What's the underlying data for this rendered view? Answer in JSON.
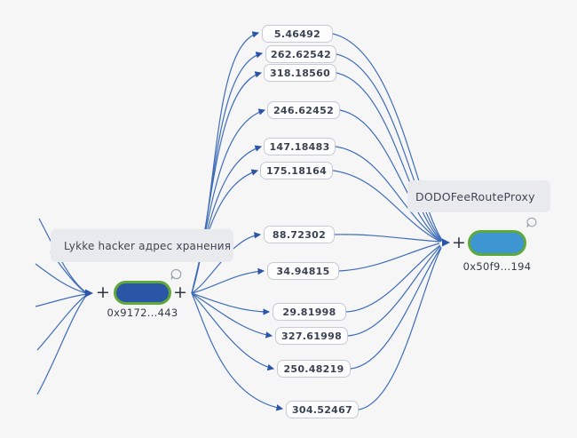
{
  "diagram": {
    "type": "transaction-flow-graph",
    "left_node": {
      "label": "Lykke hacker адрес хранения",
      "address": "0x9172...443",
      "plus_in": "+",
      "plus_out": "+"
    },
    "right_node": {
      "label": "DODOFeeRouteProxy",
      "address": "0x50f9...194",
      "plus_in": "+"
    },
    "edge_values": [
      "5.46492",
      "262.62542",
      "318.18560",
      "246.62452",
      "147.18483",
      "175.18164",
      "88.72302",
      "34.94815",
      "29.81998",
      "327.61998",
      "250.48219",
      "304.52467"
    ],
    "colors": {
      "background": "#f6f6f7",
      "edge": "#3f6db8",
      "arrowhead": "#2b55a8",
      "left_pill_fill": "#2b56a7",
      "right_pill_fill": "#3d96d2",
      "pill_border_green": "#5fa93c",
      "label_background": "#e9eaee",
      "value_box_border": "#c6cbd4",
      "text": "#3b4252"
    }
  }
}
